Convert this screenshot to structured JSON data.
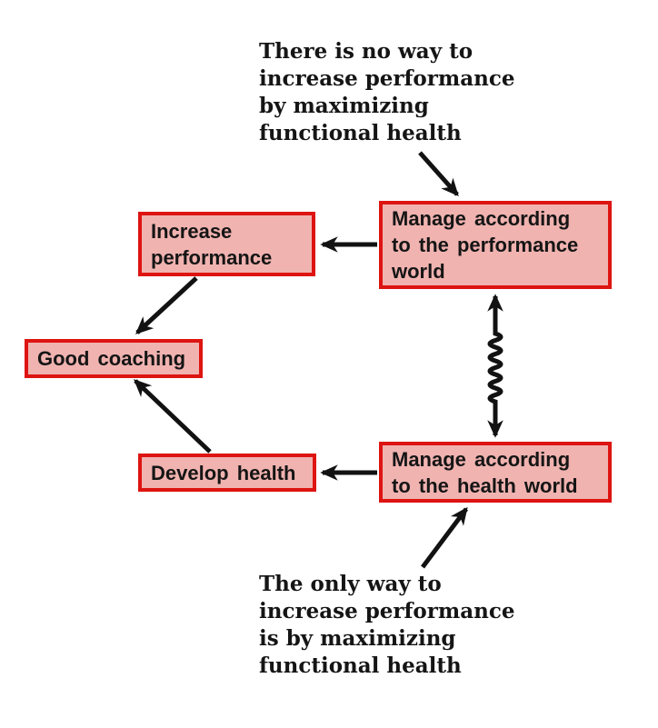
{
  "notes": {
    "top": {
      "lines": [
        "There is no way to",
        "increase performance",
        "by maximizing",
        "functional health"
      ]
    },
    "bottom": {
      "lines": [
        "The only way to",
        "increase performance",
        "is by maximizing",
        "functional health"
      ]
    }
  },
  "boxes": {
    "performance_world": {
      "label": "Manage according to the performance world",
      "lines": [
        "Manage according",
        "to the performance",
        "world"
      ]
    },
    "increase_performance": {
      "label": "Increase performance",
      "lines": [
        "Increase",
        "performance"
      ]
    },
    "good_coaching": {
      "label": "Good coaching"
    },
    "develop_health": {
      "label": "Develop health"
    },
    "health_world": {
      "label": "Manage according to the health world",
      "lines": [
        "Manage according",
        "to the health world"
      ]
    }
  },
  "colors": {
    "box_fill": "#f0b3b0",
    "box_border": "#dd1411",
    "arrow": "#121212",
    "text": "#151515",
    "background": "#ffffff"
  }
}
